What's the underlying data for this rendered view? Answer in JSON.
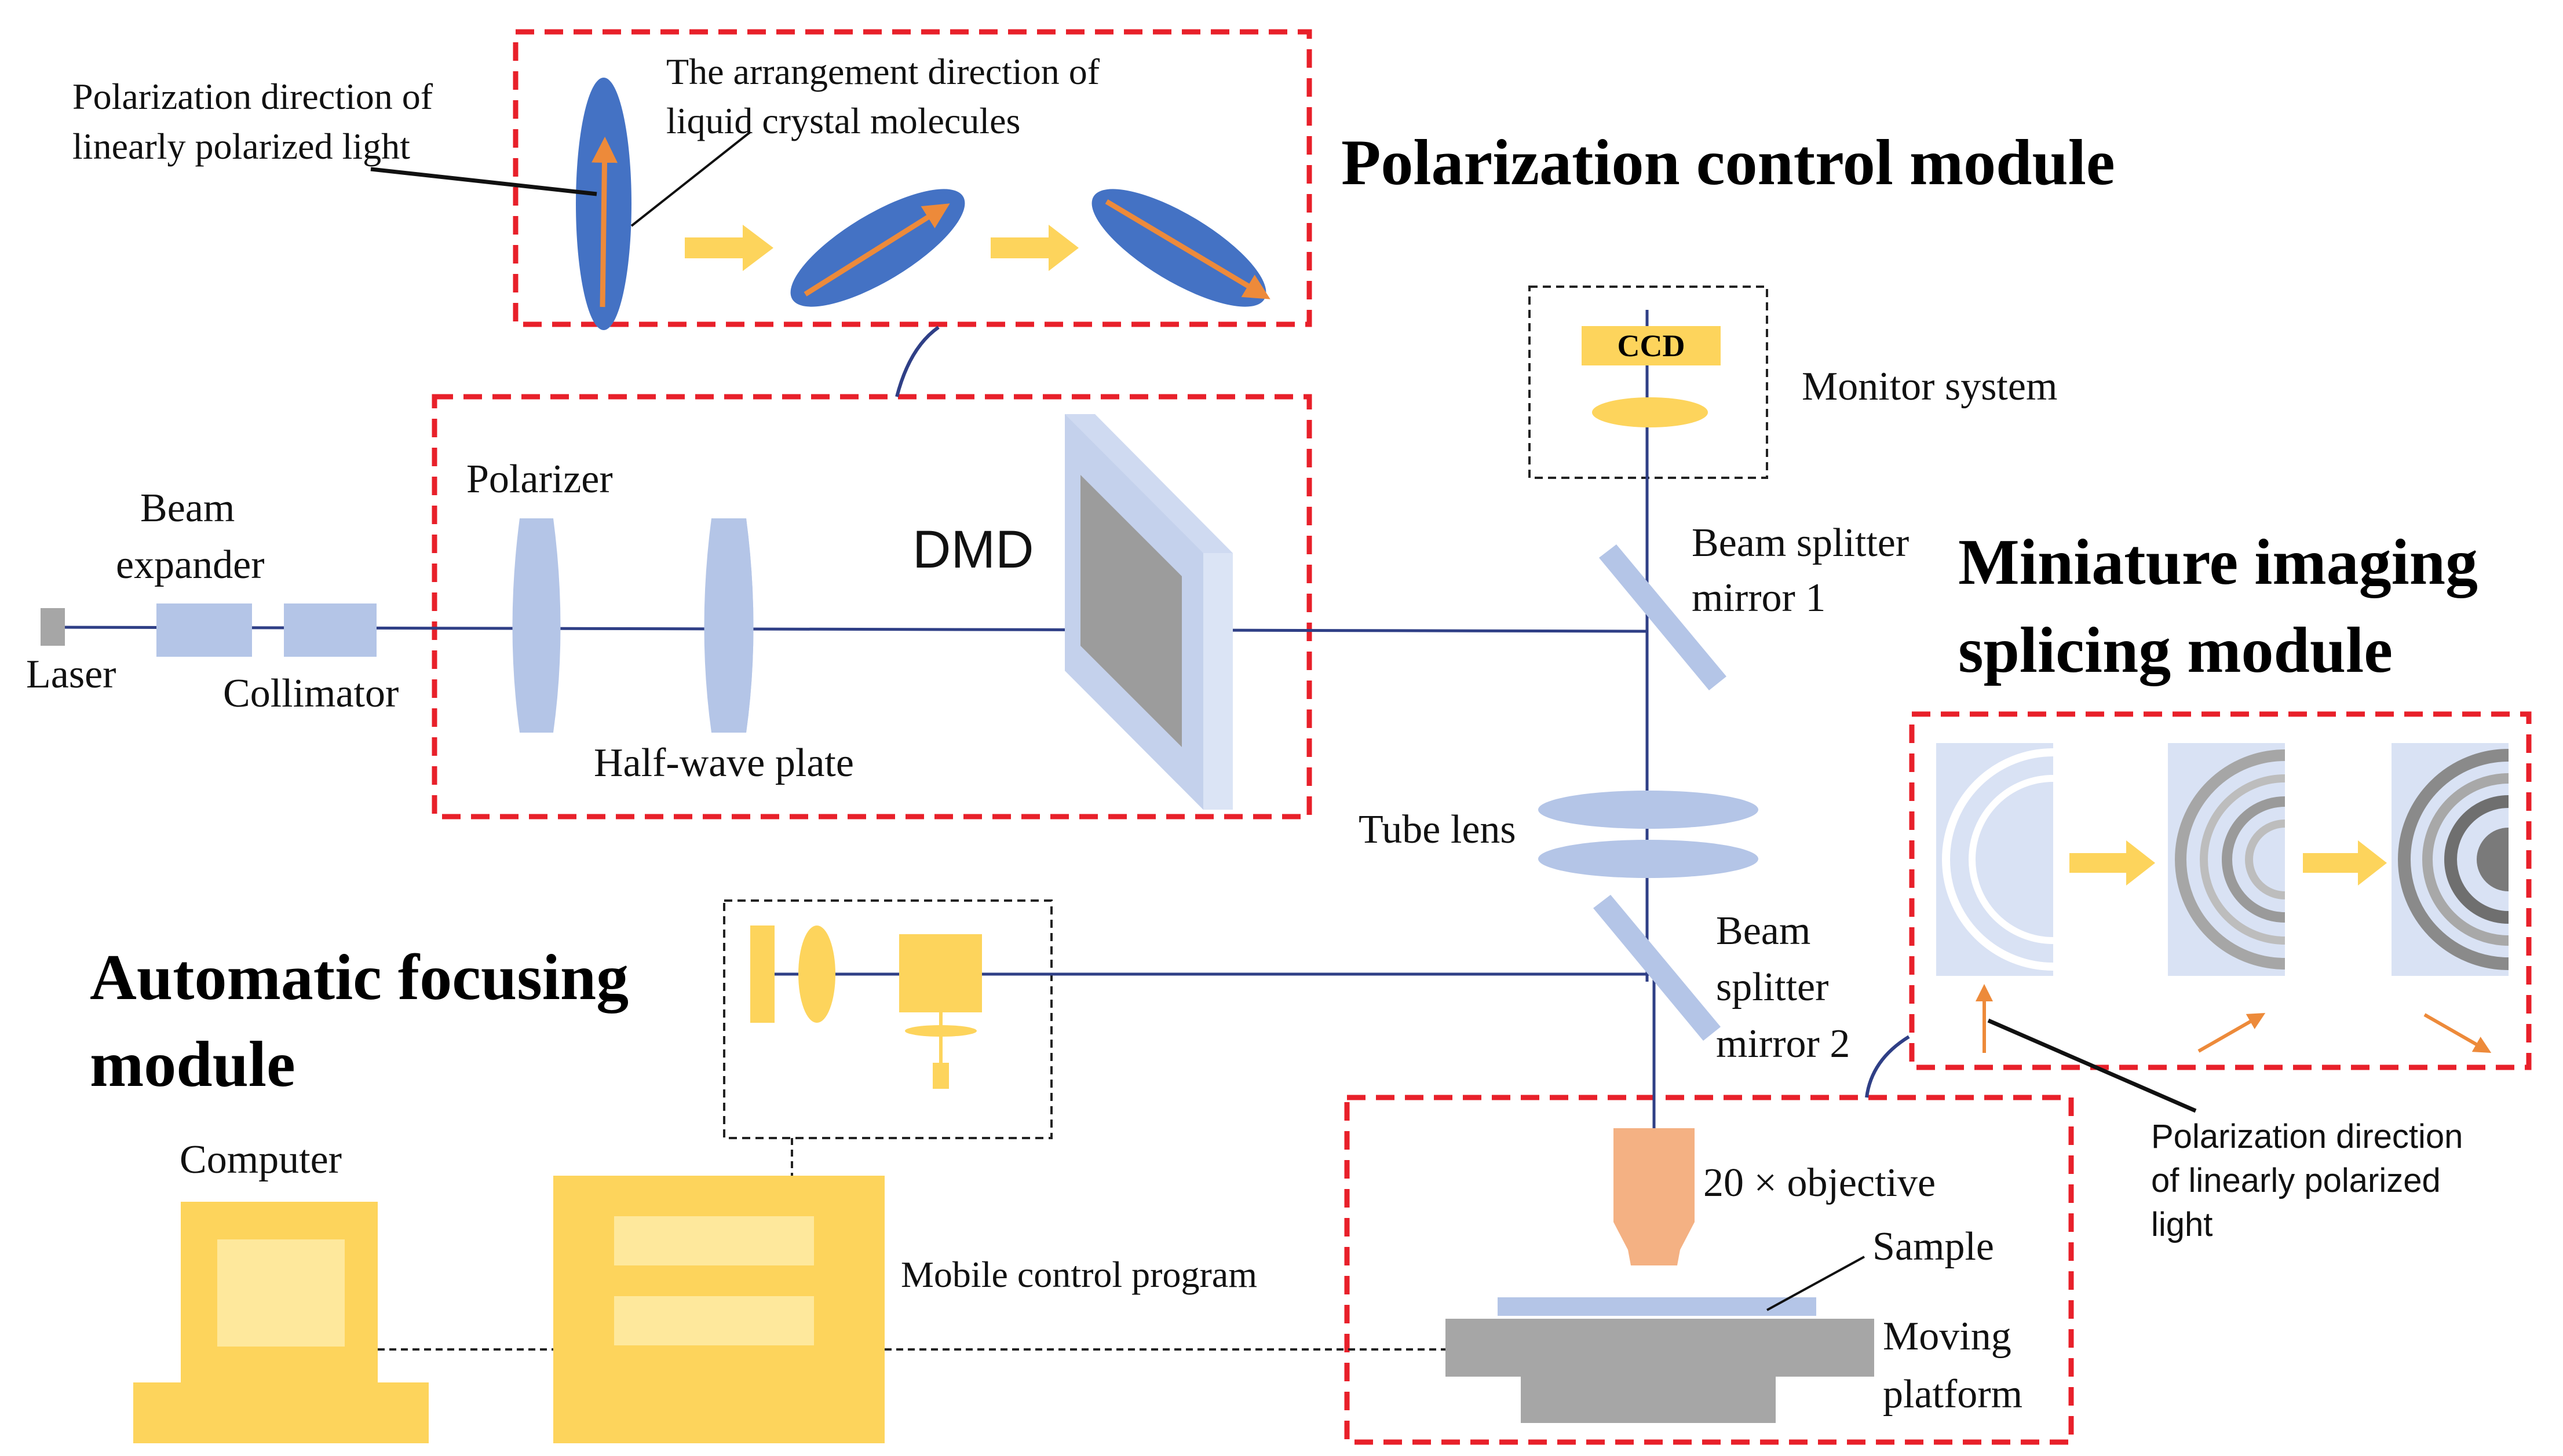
{
  "modules": {
    "polarization_control": "Polarization control module",
    "miniature_imaging": [
      "Miniature imaging",
      "splicing module"
    ],
    "automatic_focusing": [
      "Automatic focusing",
      "module"
    ]
  },
  "labels": {
    "pol_dir_top": [
      "Polarization direction of",
      "linearly polarized light"
    ],
    "lc_arrangement": [
      "The arrangement direction of",
      "liquid crystal molecules"
    ],
    "beam_expander": [
      "Beam",
      "expander"
    ],
    "laser": "Laser",
    "collimator": "Collimator",
    "polarizer": "Polarizer",
    "half_wave_plate": "Half-wave plate",
    "dmd": "DMD",
    "ccd": "CCD",
    "monitor_system": "Monitor system",
    "beam_splitter_1": [
      "Beam splitter",
      "mirror 1"
    ],
    "tube_lens": "Tube lens",
    "beam_splitter_2": [
      "Beam",
      "splitter",
      "mirror 2"
    ],
    "objective": "20 × objective",
    "sample": "Sample",
    "moving_platform": [
      "Moving",
      "platform"
    ],
    "computer": "Computer",
    "mobile_control": "Mobile control program",
    "pol_dir_right": [
      "Polarization direction",
      "of linearly polarized",
      "light"
    ]
  },
  "colors": {
    "dashed_red": "#e8202a",
    "beam_line": "#2f3f86",
    "optic_blue": "#b4c5e7",
    "yellow": "#fdd45c",
    "orange": "#ed8a3a",
    "lc_blue": "#4472c4",
    "gray": "#a6a6a6",
    "objective": "#f4b183"
  }
}
